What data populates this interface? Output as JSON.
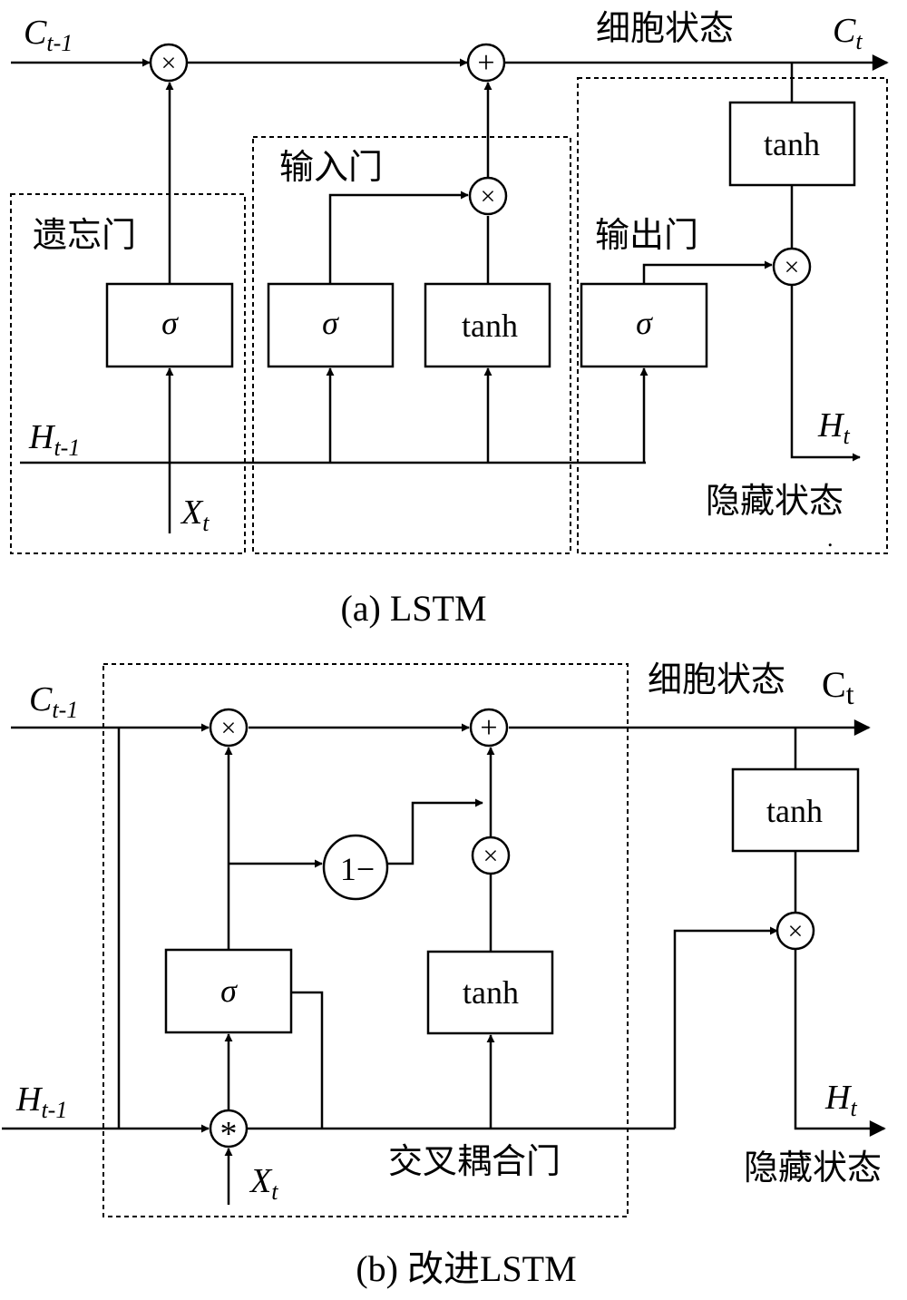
{
  "diagram_a": {
    "caption": "(a)  LSTM",
    "cell_state_label": "细胞状态",
    "hidden_state_label": "隐藏状态",
    "c_prev": {
      "base": "C",
      "sub": "t-1"
    },
    "c_t": {
      "base": "C",
      "sub": "t"
    },
    "h_prev": {
      "base": "H",
      "sub": "t-1"
    },
    "h_t": {
      "base": "H",
      "sub": "t"
    },
    "x_t": {
      "base": "X",
      "sub": "t"
    },
    "forget_gate": "遗忘门",
    "input_gate": "输入门",
    "output_gate": "输出门",
    "sigma": "σ",
    "tanh": "tanh",
    "mul": "×",
    "add": "+",
    "dot": "."
  },
  "diagram_b": {
    "caption": "(b)  改进LSTM",
    "cell_state_label": "细胞状态",
    "hidden_state_label": "隐藏状态",
    "c_prev": {
      "base": "C",
      "sub": "t-1"
    },
    "c_t": {
      "base": "C",
      "sub": "t"
    },
    "h_prev": {
      "base": "H",
      "sub": "t-1"
    },
    "h_t": {
      "base": "H",
      "sub": "t"
    },
    "x_t": {
      "base": "X",
      "sub": "t"
    },
    "coupled_gate": "交叉耦合门",
    "one_minus": "1−",
    "sigma": "σ",
    "tanh": "tanh",
    "mul": "×",
    "add": "+",
    "conv": "*"
  }
}
